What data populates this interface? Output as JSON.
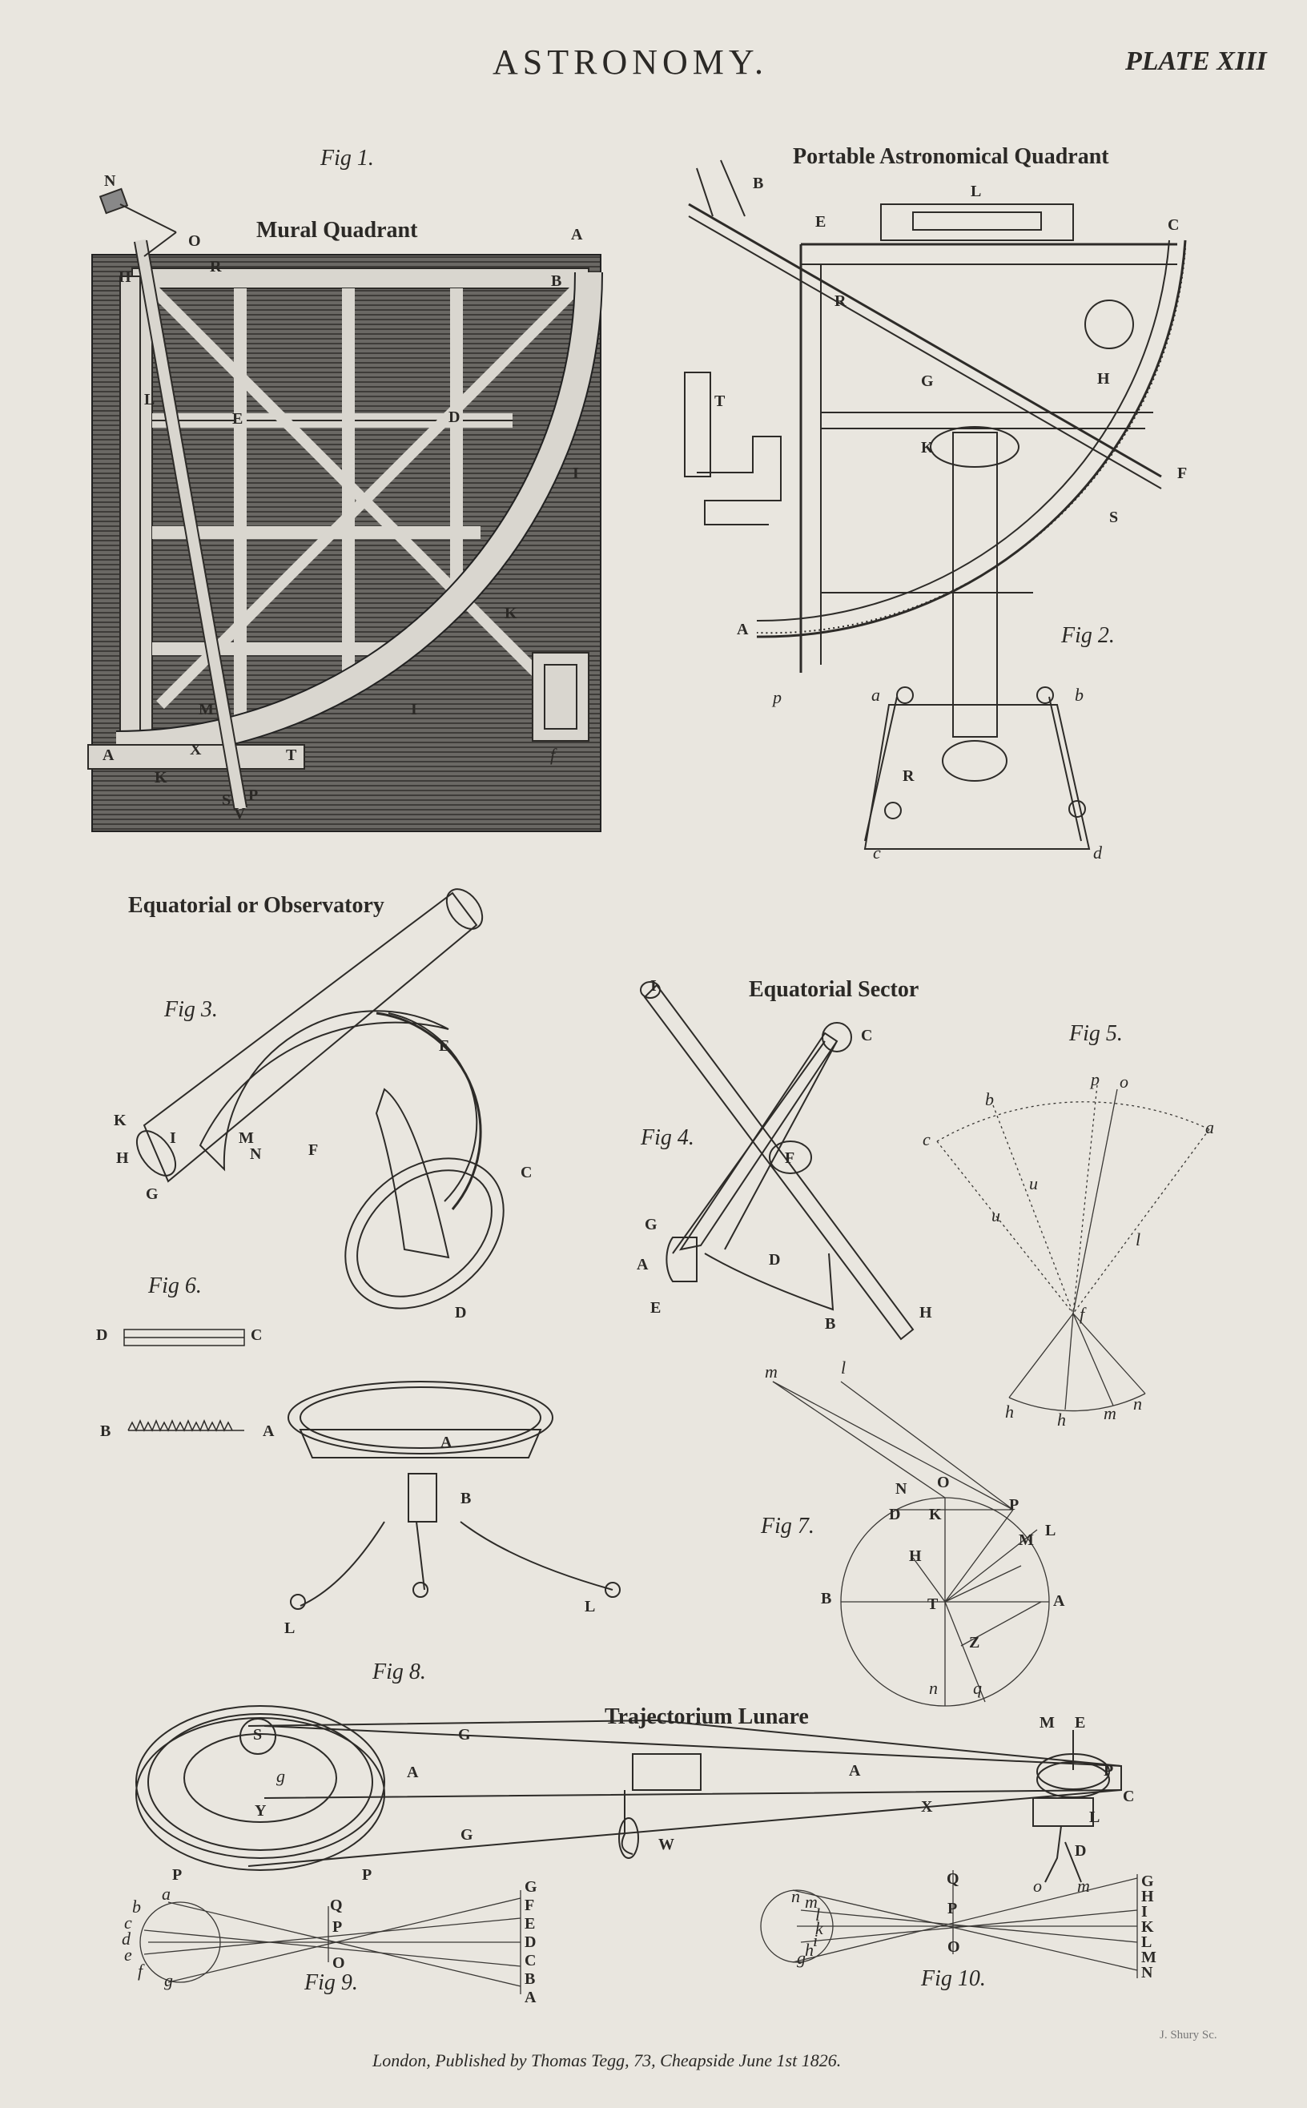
{
  "header": {
    "title": "ASTRONOMY.",
    "plate": "PLATE XIII"
  },
  "captions": {
    "mural_quadrant": "Mural Quadrant",
    "portable_quadrant": "Portable Astronomical Quadrant",
    "equatorial": "Equatorial or Observatory",
    "equatorial_sector": "Equatorial Sector",
    "trajectorium": "Trajectorium Lunare"
  },
  "figures": {
    "fig1": "Fig 1.",
    "fig2": "Fig 2.",
    "fig3": "Fig 3.",
    "fig4": "Fig 4.",
    "fig5": "Fig 5.",
    "fig6": "Fig 6.",
    "fig7": "Fig 7.",
    "fig8": "Fig 8.",
    "fig9": "Fig 9.",
    "fig10": "Fig 10."
  },
  "labels": {
    "f1": [
      "N",
      "O",
      "R",
      "H",
      "B",
      "A",
      "L",
      "E",
      "D",
      "I",
      "K",
      "I",
      "M",
      "X",
      "A",
      "K",
      "T",
      "S",
      "P",
      "V",
      "f"
    ],
    "f2": [
      "B",
      "L",
      "E",
      "C",
      "R",
      "T",
      "G",
      "H",
      "K",
      "F",
      "S",
      "A",
      "p",
      "a",
      "b",
      "R",
      "c",
      "d"
    ],
    "f3": [
      "E",
      "K",
      "I",
      "H",
      "G",
      "M",
      "N",
      "F",
      "C",
      "D",
      "A",
      "B",
      "L",
      "L"
    ],
    "f4": [
      "I",
      "C",
      "F",
      "G",
      "A",
      "E",
      "D",
      "B",
      "H"
    ],
    "f5": [
      "p",
      "o",
      "b",
      "c",
      "a",
      "u",
      "u",
      "l",
      "f",
      "h",
      "h",
      "m",
      "n"
    ],
    "f6": [
      "D",
      "C",
      "B",
      "A"
    ],
    "f7": [
      "m",
      "l",
      "N",
      "O",
      "P",
      "D",
      "K",
      "L",
      "M",
      "H",
      "B",
      "T",
      "A",
      "Z",
      "n",
      "q"
    ],
    "f8": [
      "M",
      "E",
      "G",
      "A",
      "A",
      "S",
      "g",
      "P",
      "C",
      "Y",
      "X",
      "G",
      "W",
      "L",
      "D",
      "P",
      "P",
      "o",
      "m"
    ],
    "f9": [
      "a",
      "b",
      "c",
      "d",
      "e",
      "f",
      "g",
      "Q",
      "P",
      "O",
      "G",
      "F",
      "E",
      "D",
      "C",
      "B",
      "A"
    ],
    "f10": [
      "n",
      "m",
      "l",
      "k",
      "i",
      "h",
      "g",
      "Q",
      "P",
      "O",
      "G",
      "H",
      "I",
      "K",
      "L",
      "M",
      "N"
    ]
  },
  "footer": {
    "imprint": "London, Published by Thomas Tegg, 73, Cheapside June 1st 1826.",
    "engraver": "J. Shury Sc."
  }
}
